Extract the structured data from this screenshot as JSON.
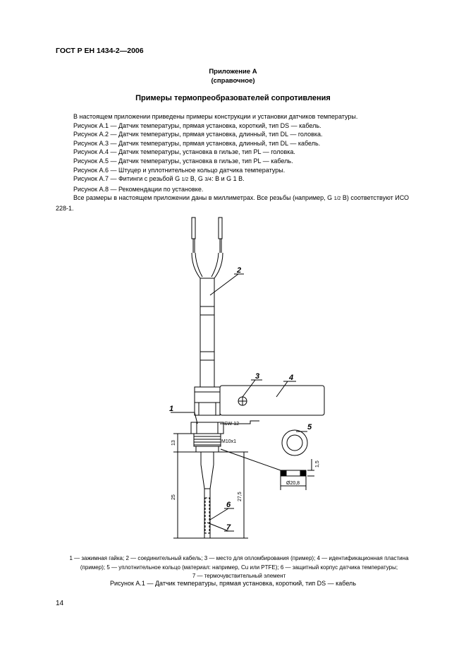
{
  "header": {
    "doc_id": "ГОСТ Р ЕН 1434-2—2006"
  },
  "annex": {
    "title": "Приложение А",
    "subtitle": "(справочное)",
    "heading": "Примеры термопреобразователей сопротивления"
  },
  "body": {
    "intro": "В настоящем приложении приведены примеры конструкции и установки датчиков температуры.",
    "figures": [
      "Рисунок А.1 — Датчик температуры, прямая установка, короткий, тип DS — кабель.",
      "Рисунок А.2 — Датчик температуры, прямая установка, длинный, тип DL — головка.",
      "Рисунок А.3 — Датчик температуры, прямая установка, длинный, тип DL — кабель.",
      "Рисунок А.4 — Датчик температуры, установка в гильзе, тип PL — головка.",
      "Рисунок А.5 — Датчик температуры, установка в гильзе, тип PL — кабель.",
      "Рисунок А.6 — Штуцер и уплотнительное кольцо датчика температуры."
    ],
    "fig7_a": "Рисунок А.7 — Фитинги с резьбой G ",
    "fig7_f1": "1/2",
    "fig7_b": " В, G ",
    "fig7_f2": "3/4",
    "fig7_c": ": В и G 1 В.",
    "fig8": "Рисунок А.8 — Рекомендации по установке.",
    "dims_a": "Все размеры в настоящем приложении даны в миллиметрах. Все резьбы (например, G ",
    "dims_f": "1/2",
    "dims_b": " В) соответствуют ИСО 228-1."
  },
  "figure": {
    "callouts": [
      "1",
      "2",
      "3",
      "4",
      "5",
      "6",
      "7"
    ],
    "labels": {
      "wrench": "SW 12",
      "thread": "M10x1",
      "dim_13": "13",
      "dim_25": "25",
      "dim_27_5": "27,5",
      "dim_1_5": "1,5",
      "dim_ring": "Ø20,8"
    }
  },
  "legend": {
    "line1": "1 — зажимная гайка; 2 — соединительный кабель; 3 — место для опломбирования (пример); 4 — идентификационная пластина",
    "line2": "(пример); 5 — уплотнительное кольцо (материал: например, Cu или PTFE); 6 — защитный корпус датчика температуры;",
    "line3": "7 — термочувствительный элемент"
  },
  "caption": "Рисунок А.1 — Датчик температуры, прямая установка, короткий, тип DS — кабель",
  "page_number": "14"
}
